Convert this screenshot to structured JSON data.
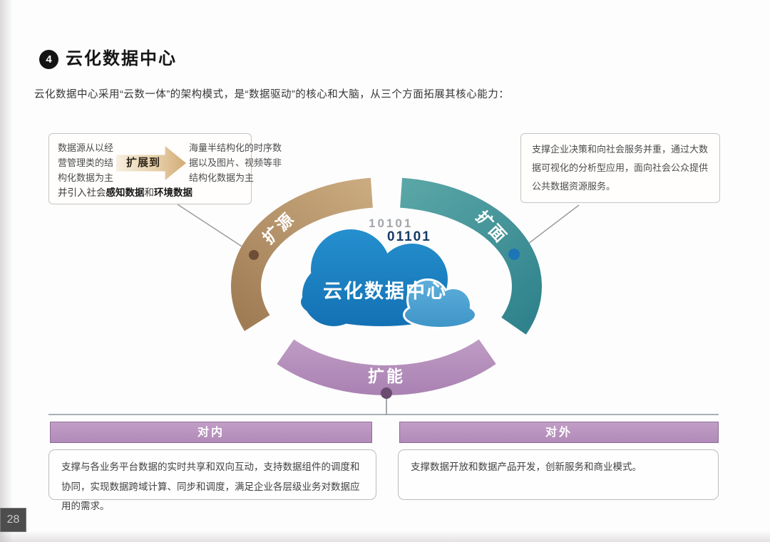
{
  "page": {
    "number": "28"
  },
  "header": {
    "badge": "4",
    "title": "云化数据中心",
    "subtitle": "云化数据中心采用“云数一体”的架构模式，是“数据驱动”的核心和大脑，从三个方面拓展其核心能力："
  },
  "diagram": {
    "center": {
      "binary_top": "10101",
      "binary_bottom": "01101",
      "cloud_label": "云化数据中心"
    },
    "arcs": [
      {
        "id": "expand-source",
        "label": "扩源",
        "color": "#b5916a"
      },
      {
        "id": "expand-scope",
        "label": "扩面",
        "color": "#46939b"
      },
      {
        "id": "expand-capability",
        "label": "扩能",
        "color": "#b28ab9"
      }
    ],
    "callout_left": {
      "from_text": "数据源从以经营管理类的结构化数据为主",
      "arrow_label": "扩展到",
      "to_text": "海量半结构化的时序数据以及图片、视频等非结构化数据为主",
      "note_prefix": "并引入社会",
      "note_bold1": "感知数据",
      "note_mid": "和",
      "note_bold2": "环境数据"
    },
    "callout_right": {
      "text": "支撑企业决策和向社会服务并重，通过大数据可视化的分析型应用，面向社会公众提供公共数据资源服务。"
    }
  },
  "bottom": {
    "internal": {
      "title": "对内",
      "body": "支撑与各业务平台数据的实时共享和双向互动，支持数据组件的调度和协同，实现数据跨域计算、同步和调度，满足企业各层级业务对数据应用的需求。"
    },
    "external": {
      "title": "对外",
      "body": "支撑数据开放和数据产品开发，创新服务和商业模式。"
    }
  },
  "colors": {
    "arc_source": "#b5916a",
    "arc_scope": "#46939b",
    "arc_capability": "#b28ab9",
    "cloud_main": "#1c80c3",
    "cloud_small": "#4da5d6",
    "banner": "#b48ebb"
  }
}
